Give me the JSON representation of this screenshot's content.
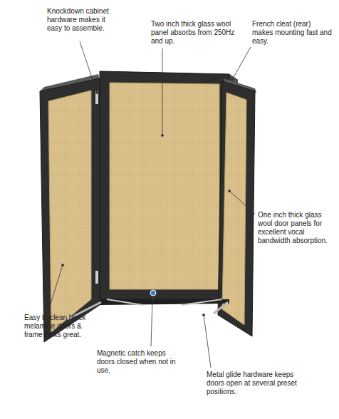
{
  "diagram": {
    "labels": [
      "Knockdown cabinet hardware makes it easy to assemble.",
      "Two inch thick glass wool panel absorbs from 250Hz and up.",
      "French cleat (rear) makes mounting fast and easy.",
      "One inch thick glass wool door panels for excellent vocal bandwidth absorption.",
      "Easy to clean black melamine doors & frame looks great.",
      "Magnetic catch keeps doors closed when not in use.",
      "Metal glide hardware keeps doors open at several preset positions."
    ]
  }
}
